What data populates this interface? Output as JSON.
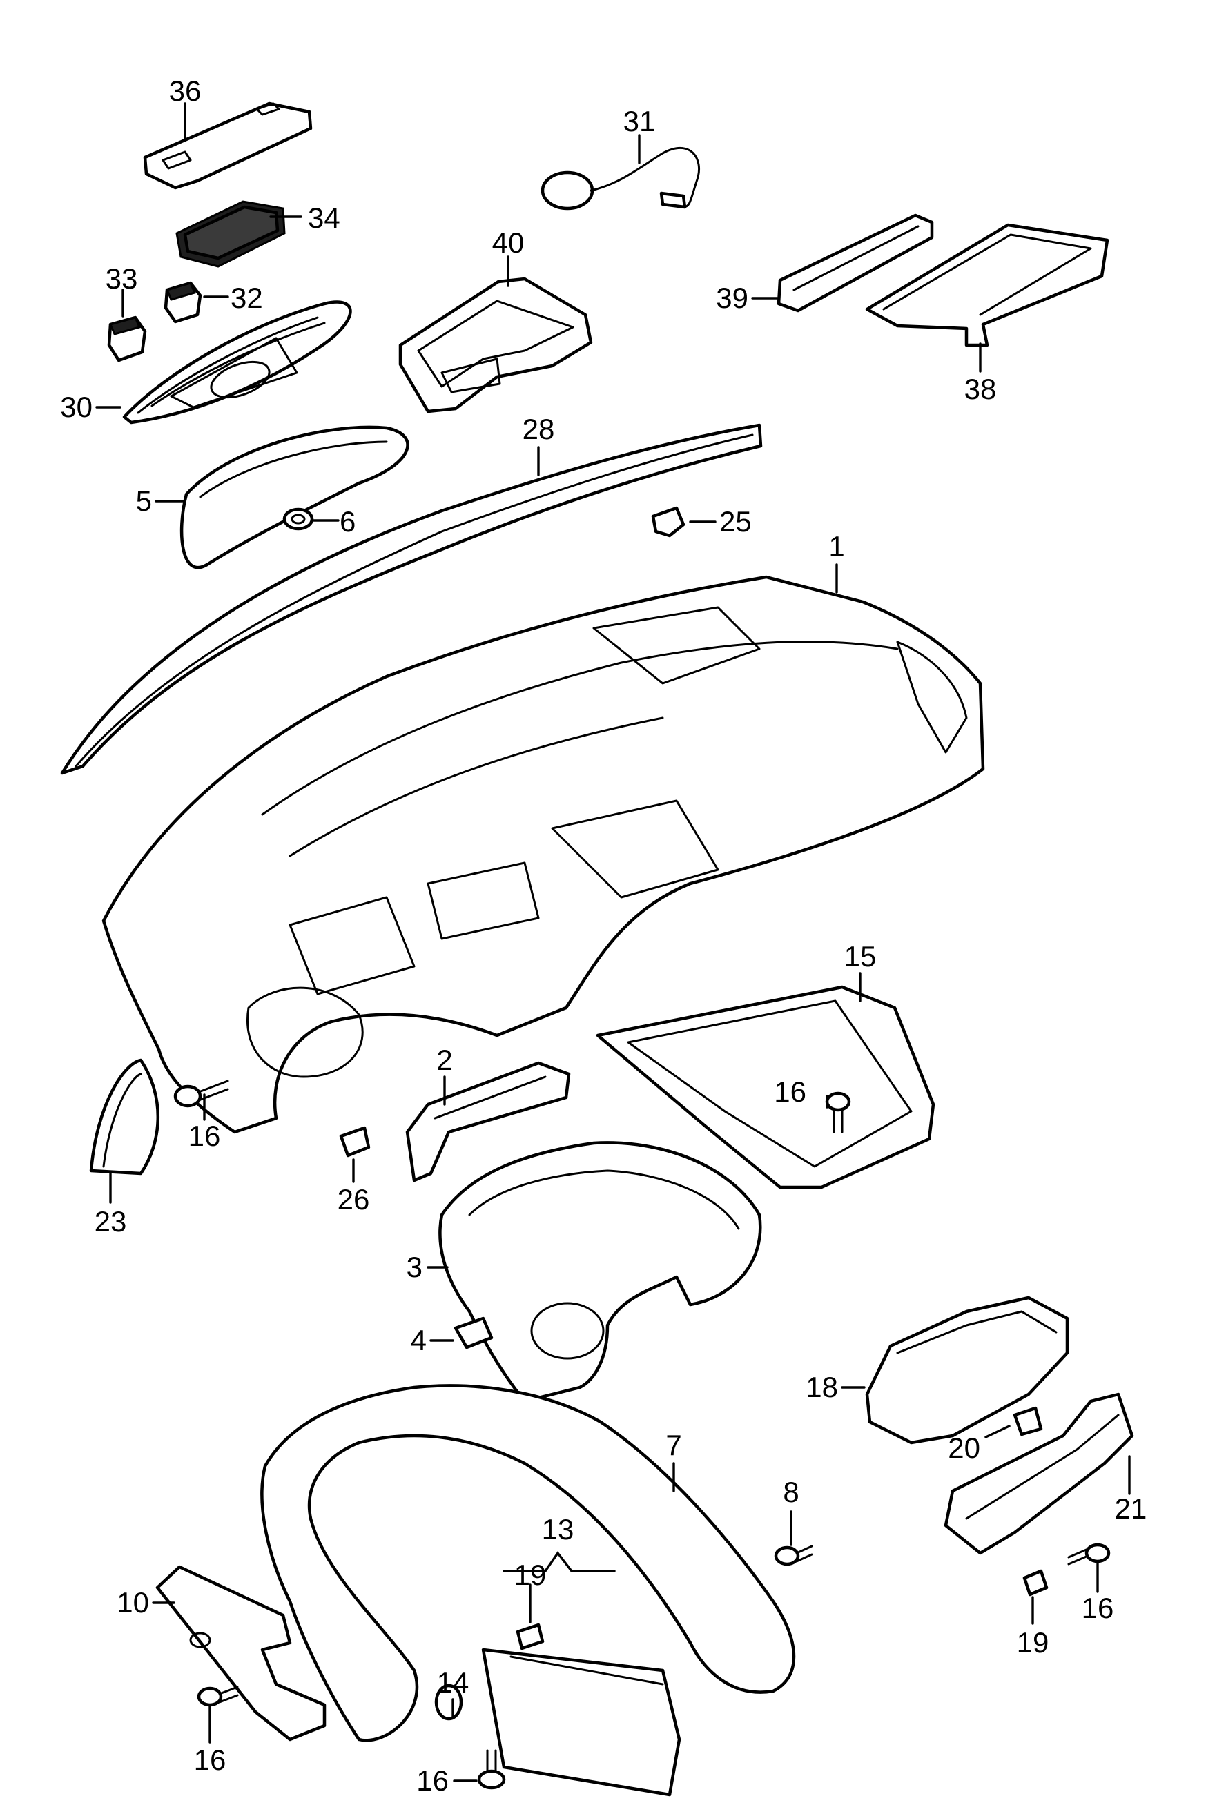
{
  "callouts": {
    "c1": "1",
    "c2": "2",
    "c3": "3",
    "c4": "4",
    "c5": "5",
    "c6": "6",
    "c7": "7",
    "c8": "8",
    "c10": "10",
    "c13": "13",
    "c14": "14",
    "c15": "15",
    "c16a": "16",
    "c16b": "16",
    "c16c": "16",
    "c16d": "16",
    "c16e": "16",
    "c18": "18",
    "c19a": "19",
    "c19b": "19",
    "c20": "20",
    "c21": "21",
    "c23": "23",
    "c25": "25",
    "c26": "26",
    "c28": "28",
    "c30": "30",
    "c31": "31",
    "c32": "32",
    "c33": "33",
    "c34": "34",
    "c36": "36",
    "c38": "38",
    "c39": "39",
    "c40": "40"
  }
}
